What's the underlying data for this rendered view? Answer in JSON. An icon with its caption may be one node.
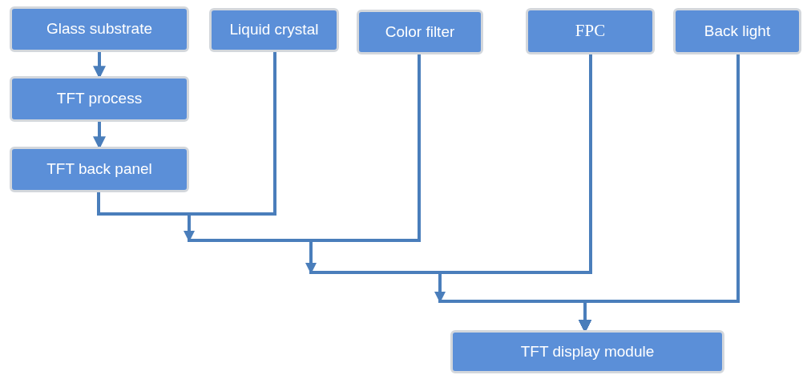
{
  "diagram": {
    "nodes": [
      {
        "text": [
          "Glass substrate"
        ]
      },
      {
        "text": [
          "Liquid crystal"
        ]
      },
      {
        "text": [
          "Color filter"
        ]
      },
      {
        "text": [
          "FPC"
        ]
      },
      {
        "text": [
          "Back light"
        ]
      },
      {
        "text": [
          "TFT process"
        ]
      },
      {
        "text": [
          "TFT back panel"
        ]
      },
      {
        "text": [
          "TFT display module"
        ]
      }
    ],
    "edges": [
      {
        "from": 0,
        "to": 5,
        "arrow": "to"
      },
      {
        "from": 5,
        "to": 6,
        "arrow": "to"
      },
      {
        "from": 6,
        "to": 7,
        "arrow": "to"
      },
      {
        "from": 1,
        "to": 7,
        "arrow": "to"
      },
      {
        "from": 2,
        "to": 7,
        "arrow": "to"
      },
      {
        "from": 3,
        "to": 7,
        "arrow": "to"
      },
      {
        "from": 4,
        "to": 7,
        "arrow": "to"
      }
    ]
  }
}
